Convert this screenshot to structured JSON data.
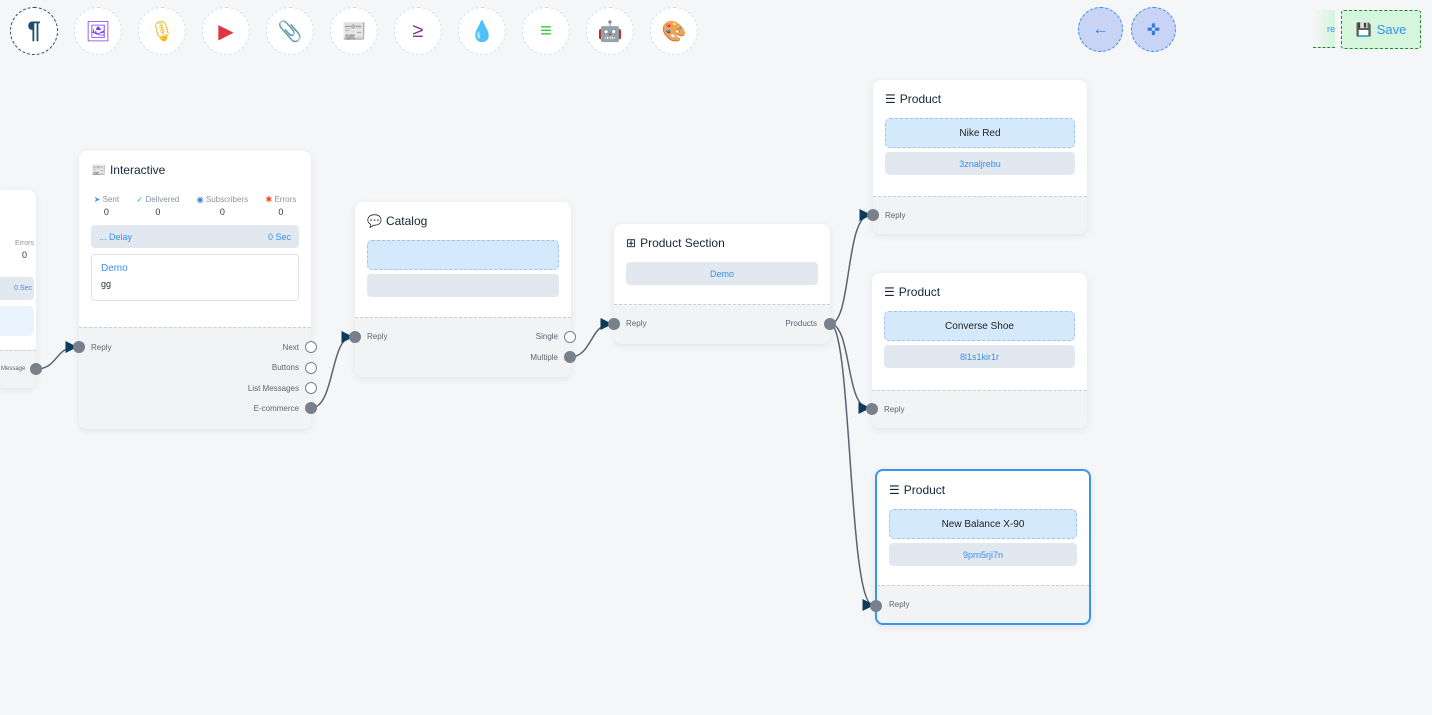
{
  "toolbar": {
    "tools": [
      {
        "icon": "paragraph-icon",
        "glyph": "¶",
        "color": "#1d4e6e"
      },
      {
        "icon": "image-icon",
        "glyph": "🖼",
        "color": "#7a3cf0"
      },
      {
        "icon": "microphone-icon",
        "glyph": "🎙",
        "color": "#f5b820"
      },
      {
        "icon": "youtube-icon",
        "glyph": "▶",
        "color": "#dc3545"
      },
      {
        "icon": "paperclip-icon",
        "glyph": "📎",
        "color": "#28a745"
      },
      {
        "icon": "newspaper-icon",
        "glyph": "📰",
        "color": "#f87777"
      },
      {
        "icon": "greater-equal-icon",
        "glyph": "≥",
        "color": "#7b3a86"
      },
      {
        "icon": "droplet-icon",
        "glyph": "💧",
        "color": "#d0103a"
      },
      {
        "icon": "stack-overflow-icon",
        "glyph": "≡",
        "color": "#32cd32"
      },
      {
        "icon": "robot-icon",
        "glyph": "🤖",
        "color": "#1010e0"
      },
      {
        "icon": "palette-icon",
        "glyph": "🎨",
        "color": "#20c020"
      }
    ],
    "back_glyph": "←",
    "fit_glyph": "✜",
    "save_label": "Save",
    "partial_label": "re"
  },
  "left_node": {
    "stat_label": "Errors",
    "stat_value": "0",
    "delay_value": "0 Sec",
    "handle_label": "Message"
  },
  "interactive": {
    "title": "Interactive",
    "stats": [
      {
        "label": "Sent",
        "value": "0",
        "color": "#3a9ef0"
      },
      {
        "label": "Delivered",
        "value": "0",
        "color": "#3cbf5a"
      },
      {
        "label": "Subscribers",
        "value": "0",
        "color": "#3a7ef0"
      },
      {
        "label": "Errors",
        "value": "0",
        "color": "#f04a1a"
      }
    ],
    "delay_label": "... Delay",
    "delay_value": "0 Sec",
    "message_title": "Demo",
    "message_body": "gg",
    "input_label": "Reply",
    "outputs": [
      "Next",
      "Buttons",
      "List Messages",
      "E-commerce"
    ]
  },
  "catalog": {
    "title": "Catalog",
    "input_label": "Reply",
    "outputs": [
      "Single",
      "Multiple"
    ]
  },
  "product_section": {
    "title": "Product Section",
    "item": "Demo",
    "input_label": "Reply",
    "output_label": "Products"
  },
  "products": [
    {
      "title": "Product",
      "name": "Nike Red",
      "id": "3znaljrebu",
      "input_label": "Reply"
    },
    {
      "title": "Product",
      "name": "Converse Shoe",
      "id": "8l1s1kir1r",
      "input_label": "Reply"
    },
    {
      "title": "Product",
      "name": "New Balance X-90",
      "id": "9prn5rji7n",
      "input_label": "Reply"
    }
  ]
}
